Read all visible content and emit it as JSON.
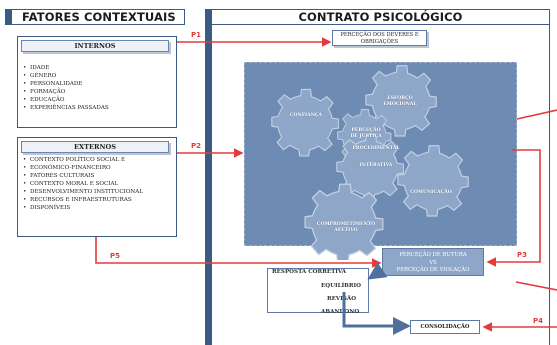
{
  "left": {
    "title": "FATORES CONTEXTUAIS",
    "internos": {
      "title": "INTERNOS",
      "items": [
        "IDADE",
        "GÉNERO",
        "PERSONALIDADE",
        "FORMAÇÃO",
        "EDUCAÇÃO",
        "EXPERIÊNCIAS PASSADAS"
      ]
    },
    "externos": {
      "title": "EXTERNOS",
      "items": [
        "CONTEXTO POLÍTICO SOCIAL E",
        "ECONÓMICO-FINANCEIRO",
        "FATORES CULTURAIS",
        "CONTEXTO MORAL E SOCIAL",
        "DESENVOLVIMENTO INSTITUCIONAL",
        "RECURSOS E INFRAESTRUTURAS",
        "DISPONÍVEIS"
      ]
    }
  },
  "right": {
    "title": "CONTRATO PSICOLÓGICO",
    "perception_box": "PERCEÇÃO DOS DEVERES E OBRIGAÇÕES",
    "gears": {
      "g1": "ESFORÇO EMOCIONAL",
      "g2": "CONFIANÇA",
      "g3": "PERCEÇÃO DE JUSTIÇA",
      "g4": "PROCEDIMENTAL",
      "g5": "INTERATIVA",
      "g6": "COMUNICAÇÃO",
      "g7": "COMPROMETIMENTO AFETIVO"
    },
    "rupture_box": {
      "line1": "PERCEÇÃO DE RUTURA",
      "line2": "VS",
      "line3": "PERCEÇÃO DE VIOLAÇÃO"
    },
    "response": {
      "title": "RESPOSTA CORRETIVA",
      "items": [
        "EQUILÍBRIO",
        "REVISÃO",
        "ABANDONO"
      ]
    },
    "consolidation": "CONSOLIDAÇÃO"
  },
  "arrows": {
    "p1": "P1",
    "p2": "P2",
    "p3": "P3",
    "p4": "P4",
    "p5": "P5"
  },
  "colors": {
    "accent_red": "#e33b3b",
    "frame_blue": "#3b5b82",
    "gear_blue": "#8ea6c8",
    "panel_blue": "#6e8bb3"
  }
}
